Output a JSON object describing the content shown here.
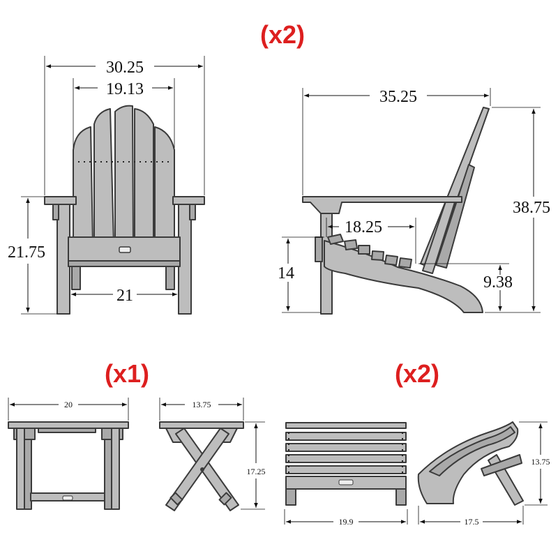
{
  "quantities": {
    "chair": "(x2)",
    "table": "(x1)",
    "ottoman": "(x2)"
  },
  "chair_front": {
    "overall_width": "30.25",
    "back_width": "19.13",
    "arm_height": "21.75",
    "seat_width": "21"
  },
  "chair_side": {
    "depth": "35.25",
    "height": "38.75",
    "seat_depth": "18.25",
    "seat_front_height": "14",
    "seat_back_height": "9.38"
  },
  "table": {
    "width": "20",
    "depth": "13.75",
    "height": "17.25"
  },
  "ottoman": {
    "width": "19.9",
    "depth": "17.5",
    "height": "13.75"
  },
  "colors": {
    "quantity_red": "#dd1f1f",
    "furniture_gray": "#bdbdbd",
    "outline": "#3b3b3b"
  }
}
